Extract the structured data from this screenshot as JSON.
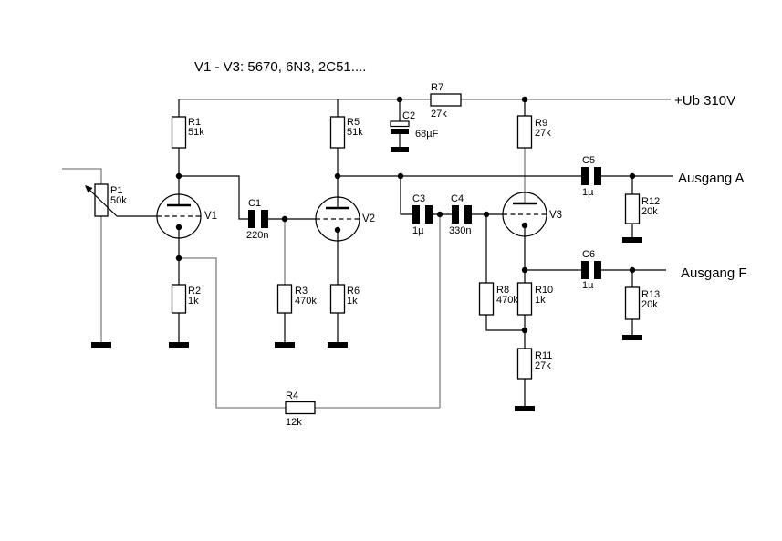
{
  "title": "V1 - V3: 5670, 6N3, 2C51....",
  "power_rail": {
    "label": "+Ub 310V"
  },
  "outputs": {
    "a_label": "Ausgang A",
    "f_label": "Ausgang F"
  },
  "tubes": {
    "v1": "V1",
    "v2": "V2",
    "v3": "V3"
  },
  "components": {
    "P1": {
      "ref": "P1",
      "value": "50k"
    },
    "R1": {
      "ref": "R1",
      "value": "51k"
    },
    "R2": {
      "ref": "R2",
      "value": "1k"
    },
    "R3": {
      "ref": "R3",
      "value": "470k"
    },
    "R4": {
      "ref": "R4",
      "value": "12k"
    },
    "R5": {
      "ref": "R5",
      "value": "51k"
    },
    "R6": {
      "ref": "R6",
      "value": "1k"
    },
    "R7": {
      "ref": "R7",
      "value": "27k"
    },
    "R8": {
      "ref": "R8",
      "value": "470k"
    },
    "R9": {
      "ref": "R9",
      "value": "27k"
    },
    "R10": {
      "ref": "R10",
      "value": "1k"
    },
    "R11": {
      "ref": "R11",
      "value": "27k"
    },
    "R12": {
      "ref": "R12",
      "value": "20k"
    },
    "R13": {
      "ref": "R13",
      "value": "20k"
    },
    "C1": {
      "ref": "C1",
      "value": "220n"
    },
    "C2": {
      "ref": "C2",
      "value": "68µF"
    },
    "C3": {
      "ref": "C3",
      "value": "1µ"
    },
    "C4": {
      "ref": "C4",
      "value": "330n"
    },
    "C5": {
      "ref": "C5",
      "value": "1µ"
    },
    "C6": {
      "ref": "C6",
      "value": "1µ"
    }
  },
  "colors": {
    "wire": "#7f7f7f",
    "symbol": "#000000",
    "background": "#ffffff"
  }
}
